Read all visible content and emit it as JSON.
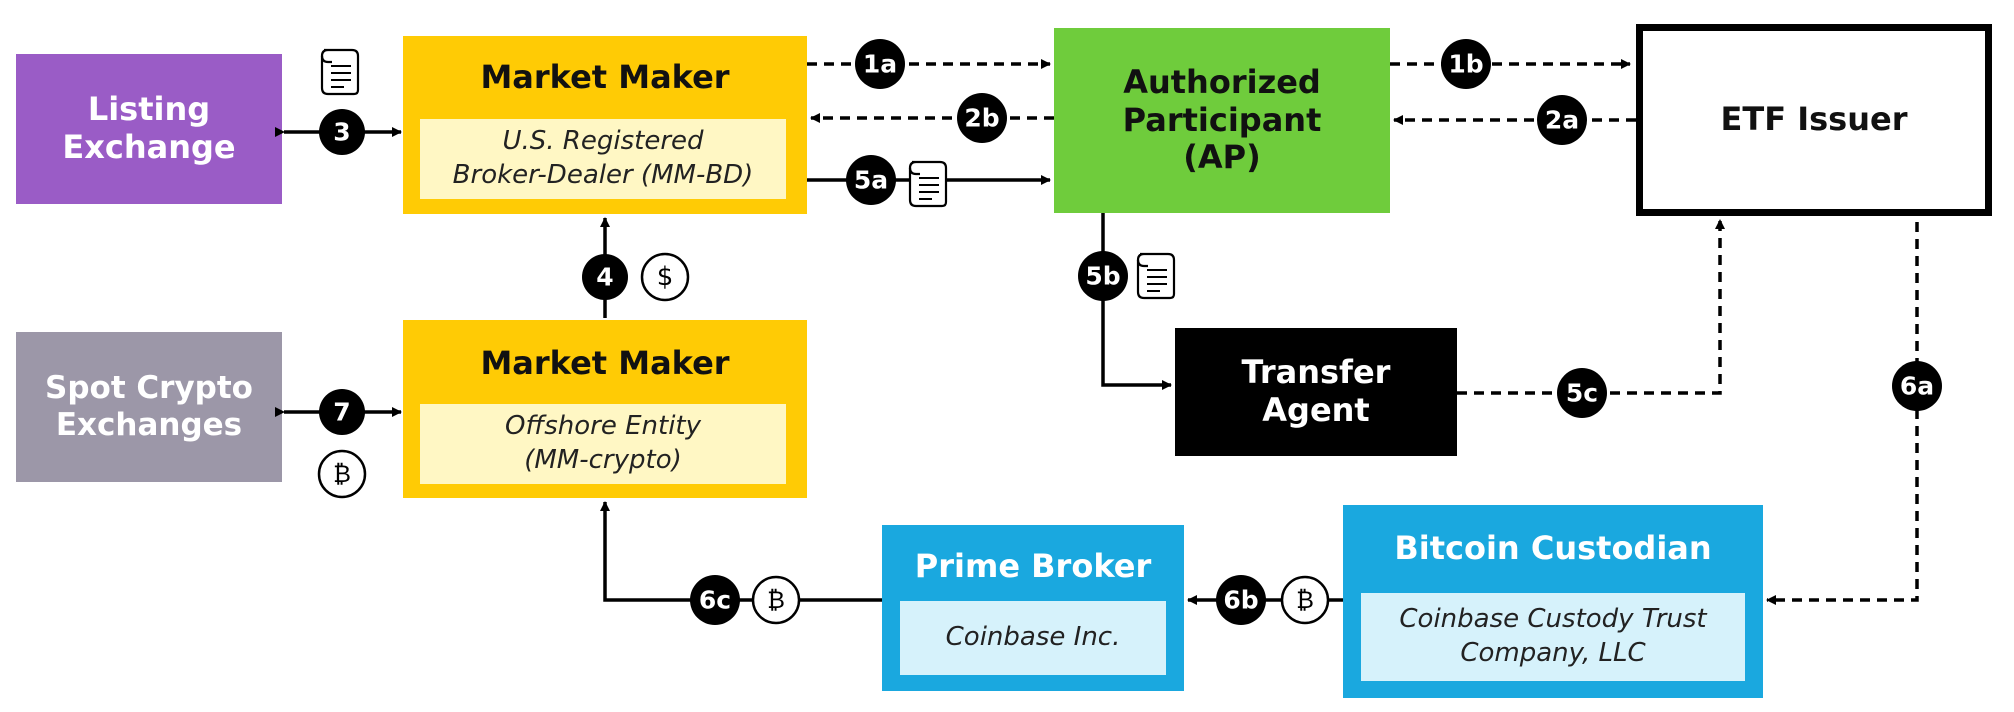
{
  "nodes": {
    "listing_exchange": "Listing\nExchange",
    "spot_crypto_exchanges": "Spot Crypto\nExchanges",
    "market_maker_bd": {
      "title": "Market Maker",
      "subtitle": "U.S. Registered\nBroker-Dealer (MM-BD)"
    },
    "market_maker_crypto": {
      "title": "Market Maker",
      "subtitle": "Offshore Entity\n(MM-crypto)"
    },
    "authorized_participant": "Authorized\nParticipant\n(AP)",
    "etf_issuer": "ETF Issuer",
    "transfer_agent": "Transfer\nAgent",
    "prime_broker": {
      "title": "Prime Broker",
      "subtitle": "Coinbase Inc."
    },
    "bitcoin_custodian": {
      "title": "Bitcoin Custodian",
      "subtitle": "Coinbase Custody Trust\nCompany, LLC"
    }
  },
  "step_labels": {
    "s1a": "1a",
    "s1b": "1b",
    "s2a": "2a",
    "s2b": "2b",
    "s3": "3",
    "s4": "4",
    "s5a": "5a",
    "s5b": "5b",
    "s5c": "5c",
    "s6a": "6a",
    "s6b": "6b",
    "s6c": "6c",
    "s7": "7"
  },
  "symbols": {
    "dollar": "$",
    "bitcoin": "₿"
  },
  "icons": {
    "document": "scroll-document-icon",
    "dollar": "dollar-coin-icon",
    "bitcoin": "bitcoin-coin-icon"
  },
  "colors": {
    "purple": "#9a5cc6",
    "gray": "#9c97a8",
    "yellow": "#ffcb05",
    "inner_yellow": "#fff7c4",
    "green": "#6fcc3c",
    "black": "#000000",
    "blue": "#1aa8df",
    "inner_blue": "#d6f2fb"
  }
}
